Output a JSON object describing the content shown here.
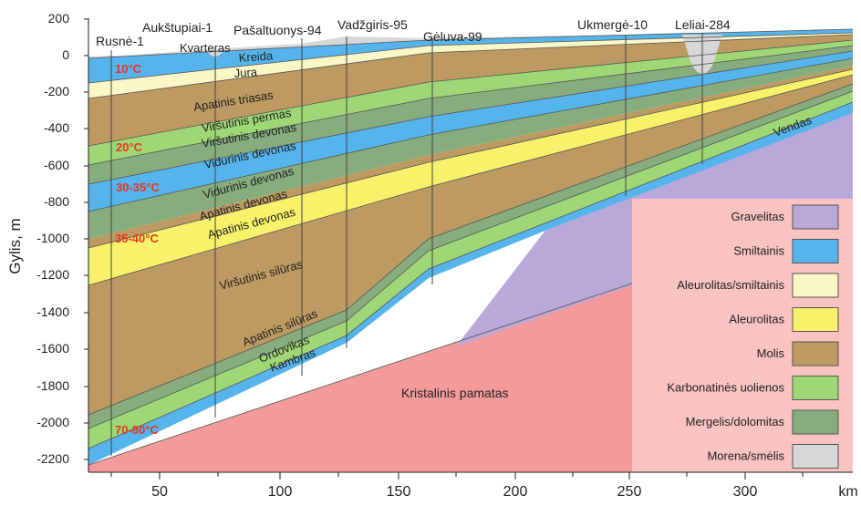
{
  "axes": {
    "y_title": "Gylis, m",
    "x_unit": "km",
    "y_ticks": [
      "200",
      "0",
      "-200",
      "-400",
      "-600",
      "-800",
      "-1000",
      "-1200",
      "-1400",
      "-1600",
      "-1800",
      "-2000",
      "-2200"
    ],
    "x_ticks": [
      "50",
      "100",
      "150",
      "200",
      "250",
      "300"
    ]
  },
  "wells": [
    "Rusnė-1",
    "Aukštupiai-1",
    "Pašaltuonys-94",
    "Vadžgiris-95",
    "Gėluva-99",
    "Ukmergė-10",
    "Leliai-284"
  ],
  "layers": {
    "kvarteras": "Kvarteras",
    "kreida": "Kreida",
    "jura": "Jura",
    "apatinis_triasas": "Apatinis triasas",
    "virsutinis_permas": "Viršutinis permas",
    "virsutinis_devonas": "Viršutinis devonas",
    "vidurinis_devonas_1": "Vidurinis devonas",
    "vidurinis_devonas_2": "Vidurinis devonas",
    "apatinis_devonas_1": "Apatinis devonas",
    "apatinis_devonas_2": "Apatinis devonas",
    "virsutinis_siluras": "Viršutinis silūras",
    "apatinis_siluras": "Apatinis silūras",
    "ordovikas": "Ordovikas",
    "kambras": "Kambras",
    "vendas": "Vendas",
    "kristalinis_pamatas": "Kristalinis pamatas"
  },
  "temperatures": [
    "10°C",
    "20°C",
    "30-35°C",
    "35-40°C",
    "70-80°C"
  ],
  "legend": [
    {
      "label": "Gravelitas",
      "color": "#b9a9d9"
    },
    {
      "label": "Smiltainis",
      "color": "#56b4ec"
    },
    {
      "label": "Aleurolitas/smiltainis",
      "color": "#fbf6c6"
    },
    {
      "label": "Aleurolitas",
      "color": "#f8f26a"
    },
    {
      "label": "Molis",
      "color": "#bc9a62"
    },
    {
      "label": "Karbonatinės uolienos",
      "color": "#9fd776"
    },
    {
      "label": "Mergelis/dolomitas",
      "color": "#87ad7f"
    },
    {
      "label": "Morena/smėlis",
      "color": "#d7d7d7"
    }
  ],
  "colors": {
    "basement": "#f59a9a",
    "legend_bg": "#f8c3c0"
  }
}
